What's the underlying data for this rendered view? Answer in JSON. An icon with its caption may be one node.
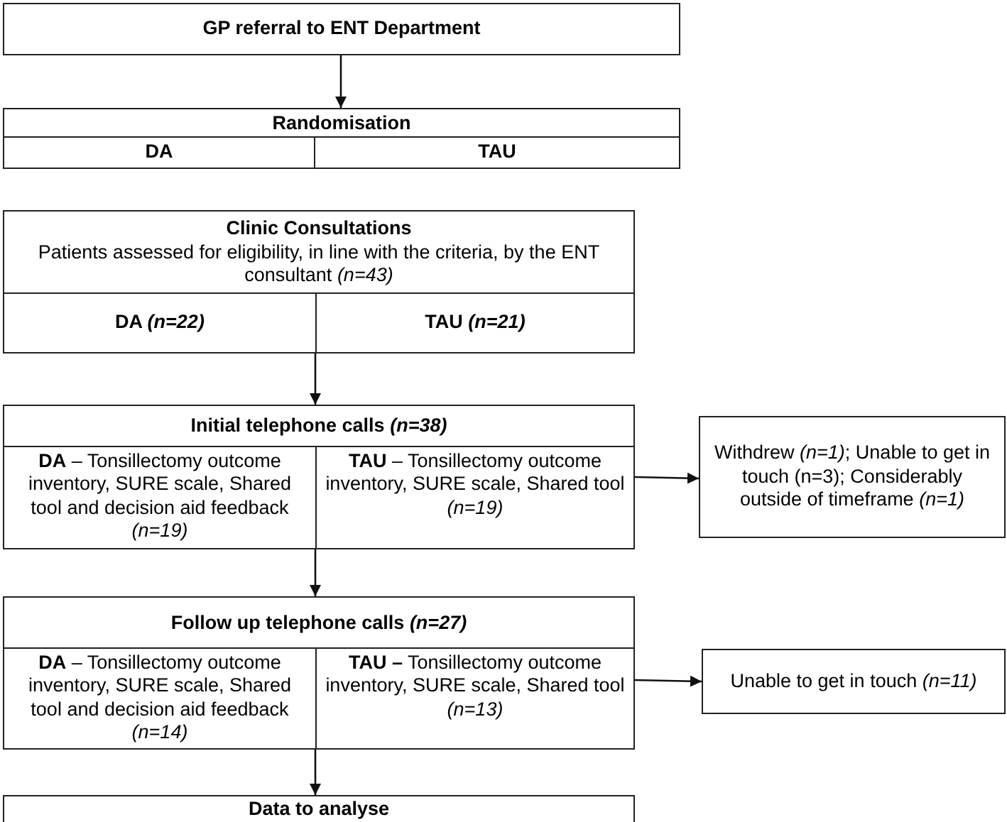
{
  "diagram": {
    "nodes": [
      {
        "text": [
          "GP referral to ENT Department"
        ]
      },
      {
        "text": [
          "Randomisation"
        ]
      },
      {
        "text": [
          "DA"
        ],
        "in": 1
      },
      {
        "text": [
          "TAU"
        ],
        "in": 1
      },
      {
        "text": [
          "Clinic Consultations",
          "Patients assessed for eligibility, in line with the criteria, by the ENT consultant *(n=43)*"
        ]
      },
      {
        "text": [
          "DA *(n=22)*"
        ],
        "in": 4
      },
      {
        "text": [
          "TAU *(n=21)*"
        ],
        "in": 4
      },
      {
        "text": [
          "Initial telephone calls *(n=38)*"
        ]
      },
      {
        "text": [
          "**DA** – Tonsillectomy outcome inventory, SURE scale, Shared tool and decision aid feedback *(n=19)*"
        ],
        "in": 7
      },
      {
        "text": [
          "**TAU** – Tonsillectomy outcome inventory, SURE scale, Shared tool *(n=19)*"
        ],
        "in": 7
      },
      {
        "text": [
          "Withdrew *(n=1)*; Unable to get in touch (n=3); Considerably outside of timeframe *(n=1)*"
        ]
      },
      {
        "text": [
          "Follow up telephone calls *(n=27)*"
        ]
      },
      {
        "text": [
          "**DA** – Tonsillectomy outcome inventory, SURE scale, Shared tool and decision aid feedback *(n=14)*"
        ],
        "in": 11
      },
      {
        "text": [
          "**TAU –** Tonsillectomy outcome inventory, SURE scale, Shared tool *(n=13)*"
        ],
        "in": 11
      },
      {
        "text": [
          "Unable to get in touch *(n=11)*"
        ]
      },
      {
        "text": [
          "Data to analyse"
        ]
      }
    ],
    "edges": [
      {
        "from": 0,
        "to": 1,
        "arrow": "to"
      },
      {
        "from": 4,
        "to": 7,
        "arrow": "to"
      },
      {
        "from": 9,
        "to": 10,
        "arrow": "to"
      },
      {
        "from": 7,
        "to": 11,
        "arrow": "to"
      },
      {
        "from": 13,
        "to": 14,
        "arrow": "to"
      },
      {
        "from": 11,
        "to": 15,
        "arrow": "to"
      }
    ]
  }
}
